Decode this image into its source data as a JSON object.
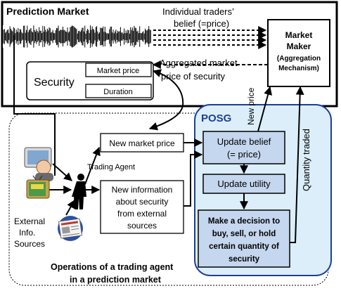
{
  "prediction_market": {
    "title": "Prediction Market"
  },
  "labels": {
    "individual_line1": "Individual traders’",
    "individual_line2": "belief (=price)",
    "aggregated_line1": "Aggregated market",
    "aggregated_line2": "price of security",
    "new_price_vertical": "New price",
    "quantity_traded_vertical": "Quantity traded",
    "trading_agent": "Trading Agent",
    "external_line1": "External",
    "external_line2": "Info.",
    "external_line3": "Sources",
    "operations_line1": "Operations of a trading agent",
    "operations_line2": "in a prediction market"
  },
  "market_maker": {
    "line1": "Market",
    "line2": "Maker",
    "line3": "(Aggregation",
    "line4": "Mechanism)"
  },
  "security": {
    "label": "Security",
    "market_price": "Market price",
    "duration": "Duration"
  },
  "new_market_price": "New market price",
  "new_information": {
    "line1": "New information",
    "line2": "about security",
    "line3": "from external",
    "line4": "sources"
  },
  "posg": {
    "title": "POSG",
    "update_belief_line1": "Update belief",
    "update_belief_line2": "(= price)",
    "update_utility": "Update utility",
    "decision_line1": "Make a decision to",
    "decision_line2": "buy, sell, or hold",
    "decision_line3": "certain quantity of",
    "decision_line4": "security"
  },
  "icons": {
    "person_computer": "person-at-computer-icon",
    "tv": "television-icon",
    "newspaper": "newspaper-icon",
    "agent": "trading-agent-figure-icon"
  },
  "colors": {
    "posg_fill": "#dbeefa",
    "posg_border": "#1f3d99",
    "box_fill": "#c5d6ef"
  }
}
